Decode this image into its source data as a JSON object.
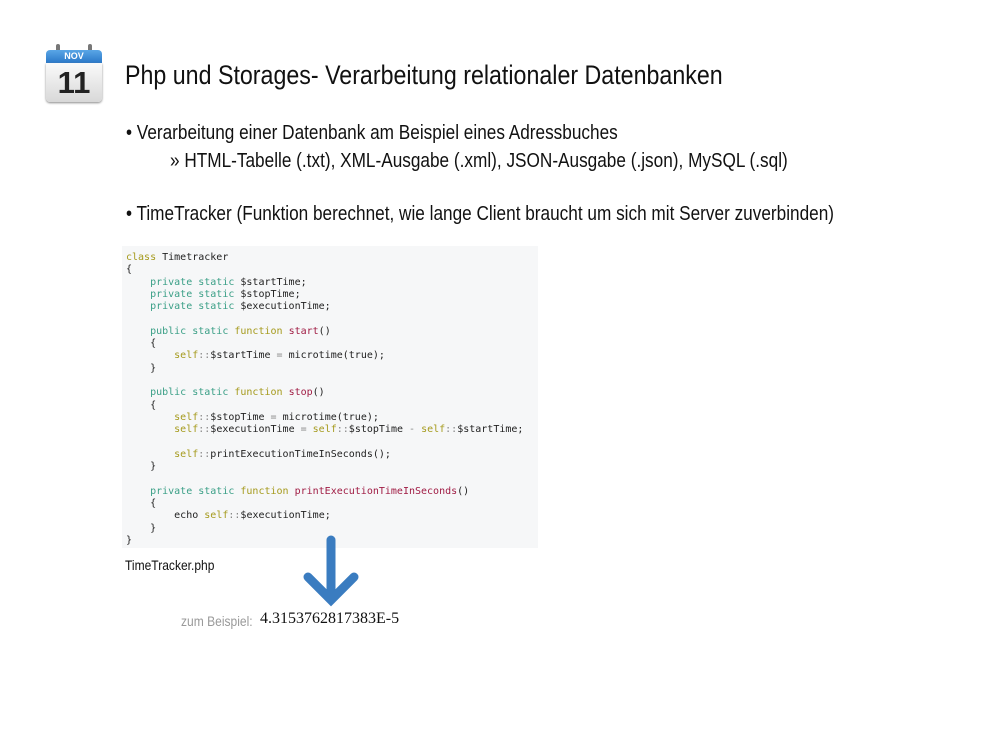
{
  "calendar": {
    "month": "NOV",
    "day": "11"
  },
  "title": "Php und Storages- Verarbeitung relationaler Datenbanken",
  "bullets": [
    "• Verarbeitung einer Datenbank am Beispiel eines Adressbuches",
    "» HTML-Tabelle (.txt), XML-Ausgabe (.xml), JSON-Ausgabe (.json), MySQL (.sql)",
    "• TimeTracker (Funktion berechnet, wie lange Client braucht um sich mit Server zuverbinden)"
  ],
  "code_lines": [
    [
      [
        "class ",
        "cls"
      ],
      [
        "Timetracker",
        "def"
      ]
    ],
    [
      [
        "{",
        "def"
      ]
    ],
    [
      [
        "    private static ",
        "kw"
      ],
      [
        "$startTime;",
        "def"
      ]
    ],
    [
      [
        "    private static ",
        "kw"
      ],
      [
        "$stopTime;",
        "def"
      ]
    ],
    [
      [
        "    private static ",
        "kw"
      ],
      [
        "$executionTime;",
        "def"
      ]
    ],
    [],
    [
      [
        "    public static ",
        "kw"
      ],
      [
        "function ",
        "fn"
      ],
      [
        "start",
        "name"
      ],
      [
        "()",
        "def"
      ]
    ],
    [
      [
        "    {",
        "def"
      ]
    ],
    [
      [
        "        self",
        "fn"
      ],
      [
        "::",
        "op"
      ],
      [
        "$startTime ",
        "def"
      ],
      [
        "= ",
        "op"
      ],
      [
        "microtime(true);",
        "def"
      ]
    ],
    [
      [
        "    }",
        "def"
      ]
    ],
    [],
    [
      [
        "    public static ",
        "kw"
      ],
      [
        "function ",
        "fn"
      ],
      [
        "stop",
        "name"
      ],
      [
        "()",
        "def"
      ]
    ],
    [
      [
        "    {",
        "def"
      ]
    ],
    [
      [
        "        self",
        "fn"
      ],
      [
        "::",
        "op"
      ],
      [
        "$stopTime ",
        "def"
      ],
      [
        "= ",
        "op"
      ],
      [
        "microtime(true);",
        "def"
      ]
    ],
    [
      [
        "        self",
        "fn"
      ],
      [
        "::",
        "op"
      ],
      [
        "$executionTime ",
        "def"
      ],
      [
        "= ",
        "op"
      ],
      [
        "self",
        "fn"
      ],
      [
        "::",
        "op"
      ],
      [
        "$stopTime ",
        "def"
      ],
      [
        "- ",
        "op"
      ],
      [
        "self",
        "fn"
      ],
      [
        "::",
        "op"
      ],
      [
        "$startTime;",
        "def"
      ]
    ],
    [],
    [
      [
        "        self",
        "fn"
      ],
      [
        "::",
        "op"
      ],
      [
        "printExecutionTimeInSeconds();",
        "def"
      ]
    ],
    [
      [
        "    }",
        "def"
      ]
    ],
    [],
    [
      [
        "    private static ",
        "kw"
      ],
      [
        "function ",
        "fn"
      ],
      [
        "printExecutionTimeInSeconds",
        "name"
      ],
      [
        "()",
        "def"
      ]
    ],
    [
      [
        "    {",
        "def"
      ]
    ],
    [
      [
        "        echo ",
        "def"
      ],
      [
        "self",
        "fn"
      ],
      [
        "::",
        "op"
      ],
      [
        "$executionTime;",
        "def"
      ]
    ],
    [
      [
        "    }",
        "def"
      ]
    ],
    [
      [
        "}",
        "def"
      ]
    ]
  ],
  "caption": "TimeTracker.php",
  "example": {
    "label": "zum Beispiel:",
    "value": "4.3153762817383E-5"
  },
  "colors": {
    "accent": "#3a7cc0"
  }
}
